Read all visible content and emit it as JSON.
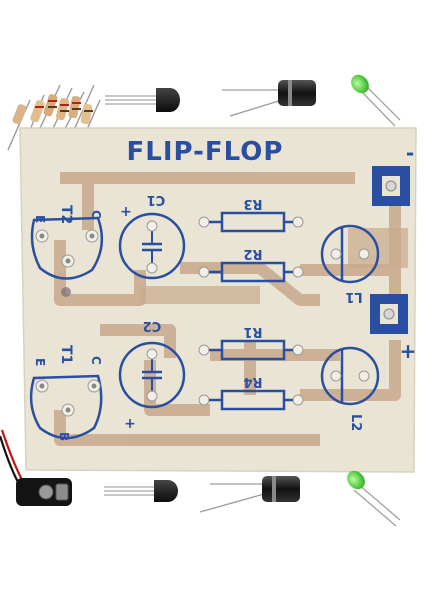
{
  "board": {
    "title": "FLIP-FLOP",
    "minus_sign": "-",
    "plus_sign": "+",
    "colors": {
      "substrate": "#e9e4d4",
      "silkscreen": "#2a4fa0",
      "traces": "#c9a98c",
      "pad": "#f1efe6"
    }
  },
  "transistors": [
    {
      "id": "T2",
      "e": "E",
      "c": "C"
    },
    {
      "id": "T1",
      "e": "E",
      "c": "C",
      "b": "B"
    }
  ],
  "capacitors": [
    {
      "id": "C1",
      "polarity": "+"
    },
    {
      "id": "C2",
      "polarity": "+"
    }
  ],
  "resistors": [
    "R3",
    "R2",
    "R1",
    "R4"
  ],
  "leds": [
    "L1",
    "L2"
  ],
  "loose_parts": [
    "resistor-bundle-icon",
    "transistor-icon",
    "electrolytic-capacitor-icon",
    "green-led-icon",
    "battery-clip-icon"
  ]
}
